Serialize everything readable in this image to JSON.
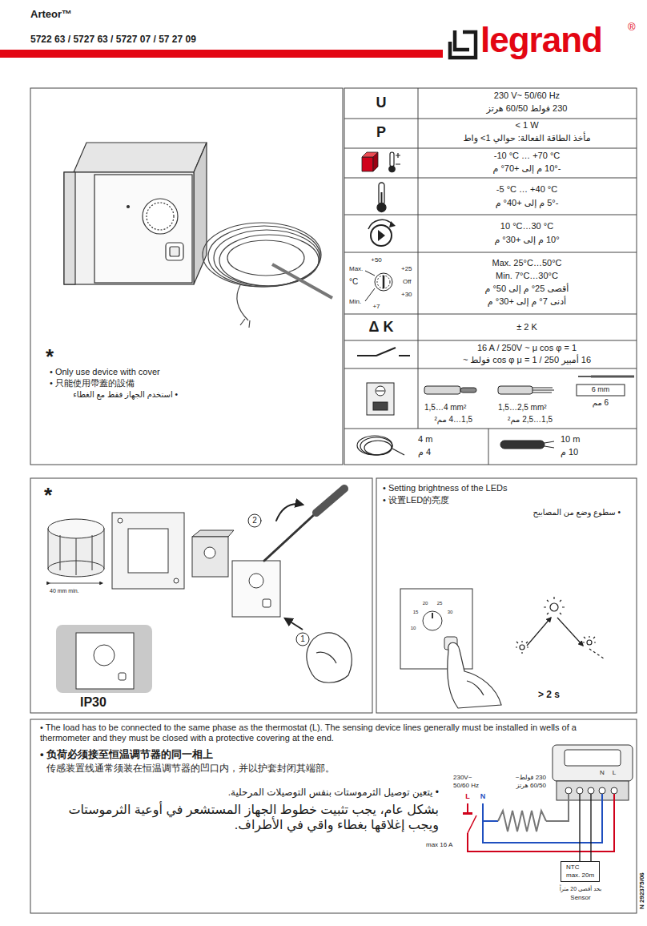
{
  "diagram": {
    "title": "Arteor™",
    "nodes": [
      {
        "text": [
          "NTC",
          "max. 20m"
        ]
      }
    ],
    "labels": [
      "5722 63 / 5727 63 / 5727 07 / 57 27 09",
      "legrand",
      "®",
      "*",
      "• Only use device with cover",
      "• 只能使用帶蓋的設備",
      "• استخدم الجهاز فقط مع الغطاء",
      "U",
      "230 V~ 50/60 Hz",
      "230 فولط 60/50 هرتز",
      "P",
      "< 1 W",
      "مأخذ الطاقة الفعالة: حوالي 1> واط",
      "-10 °C … +70 °C",
      "-10° م إلى +70° م",
      "-5 °C … +40 °C",
      "-5° م إلى +40° م",
      "10 °C…30 °C",
      "10° م إلى +30° م",
      "+50",
      "Max.",
      "+25",
      "°C",
      "Off",
      "+30",
      "Min.",
      "+7",
      "Max. 25°C…50°C",
      "Min. 7°C…30°C",
      "أقصى 25° م إلى 50° م",
      "أدنى 7° م إلى +30° م",
      "Δ K",
      "± 2 K",
      "16 A / 250V ~ μ cos φ = 1",
      "16 أمبير 250 / 1 = cos φ μ فولط ~",
      "1,5…4 mm²",
      "1,5…4 مم²",
      "1,5…2,5 mm²",
      "1,5…2,5 مم²",
      "6 mm",
      "6 مم",
      "4 m",
      "4 م",
      "10 m",
      "10 م",
      "*",
      "40 mm min.",
      "IP30",
      "2",
      "1",
      "• Setting brightness of the LEDs",
      "• 设置LED的亮度",
      "• سطوع وضع من المصابيح",
      "10",
      "15",
      "20",
      "25",
      "30",
      "> 2 s",
      "• The load has to be connected to the same phase as the thermostat (L). The sensing device lines generally must be installed in wells of a thermometer and they must be closed with a protective covering at the end.",
      "• 负荷必须接至恒温调节器的同一相上",
      "传感装置线通常须装在恒温调节器的凹口内，并以护套封闭其端部。",
      "• يتعين توصيل الثرموستات بنفس التوصيلات المرحلية.",
      "بشكل عام، يجب تثبيت خطوط الجهاز المستشعر في أوعية الثرموستات ويجب إغلاقها بغطاء واقي في الأطراف.",
      "230V~",
      "50/60 Hz",
      "230 فولط~",
      "60/50 هرتز",
      "L",
      "N",
      "max 16 A",
      "N",
      "L",
      "بحد أقصى 20 متراً",
      "Sensor",
      "N 292375/06"
    ]
  }
}
